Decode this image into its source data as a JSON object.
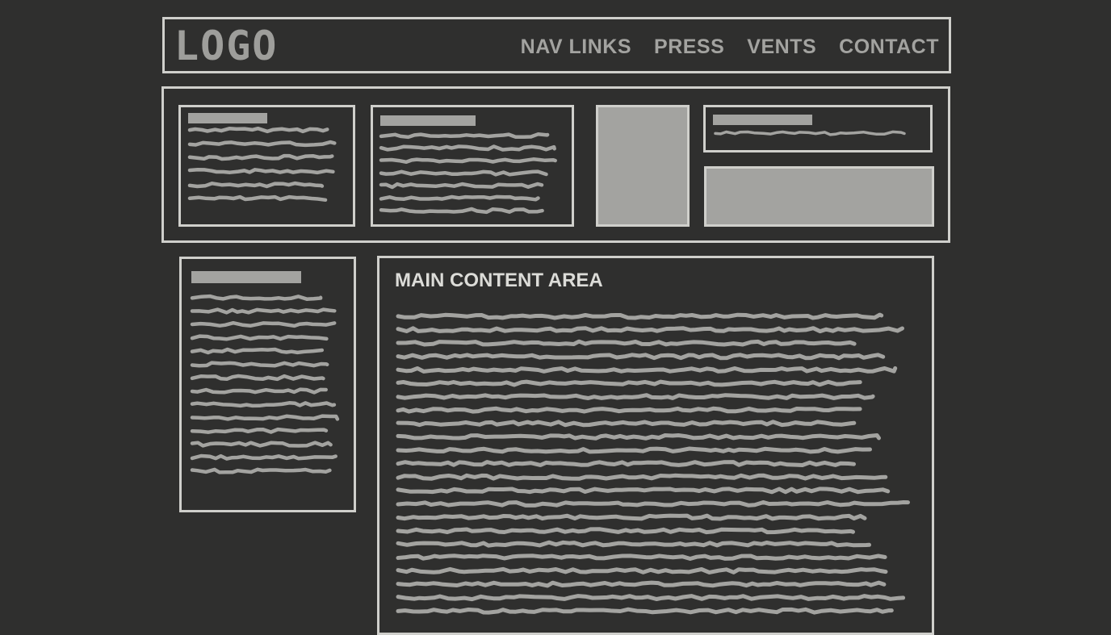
{
  "header": {
    "logo": "LOGO",
    "nav_links": [
      "NAV LINKS",
      "PRESS",
      "VENTS",
      "CONTACT"
    ]
  },
  "main": {
    "title": "MAIN CONTENT AREA"
  },
  "colors": {
    "background": "#2f2f2e",
    "outline": "#cfcfcb",
    "placeholder": "#a3a3a0"
  }
}
